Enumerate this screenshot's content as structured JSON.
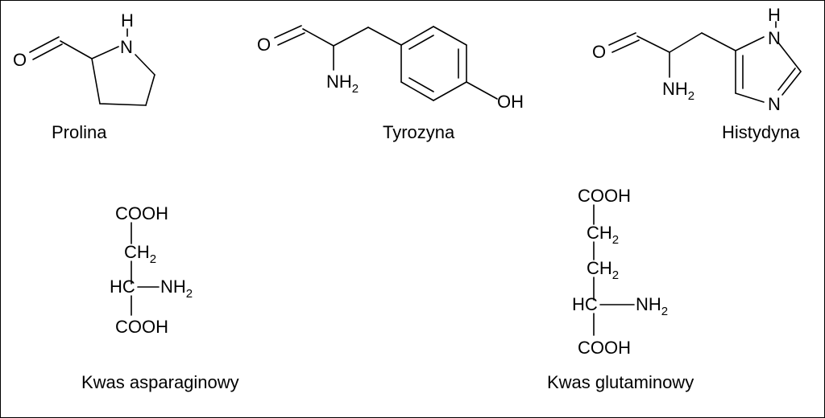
{
  "molecules": {
    "prolina": {
      "name": "Prolina",
      "atoms": {
        "o": "O",
        "n": "N",
        "h": "H"
      }
    },
    "tyrozyna": {
      "name": "Tyrozyna",
      "atoms": {
        "o": "O",
        "nh": "NH",
        "nh_sub": "2",
        "oh": "OH"
      }
    },
    "histydyna": {
      "name": "Histydyna",
      "atoms": {
        "o": "O",
        "nh": "NH",
        "nh_sub": "2",
        "ring_n_top": "N",
        "ring_h": "H",
        "ring_n_bottom": "N"
      }
    },
    "kwas_asparaginowy": {
      "name": "Kwas asparaginowy",
      "labels": {
        "cooh_top": "COOH",
        "ch": "CH",
        "ch_sub": "2",
        "hc": "HC",
        "nh": "NH",
        "nh_sub": "2",
        "cooh_bottom": "COOH"
      }
    },
    "kwas_glutaminowy": {
      "name": "Kwas glutaminowy",
      "labels": {
        "cooh_top": "COOH",
        "ch_1": "CH",
        "ch_1_sub": "2",
        "ch_2": "CH",
        "ch_2_sub": "2",
        "hc": "HC",
        "nh": "NH",
        "nh_sub": "2",
        "cooh_bottom": "COOH"
      }
    }
  }
}
